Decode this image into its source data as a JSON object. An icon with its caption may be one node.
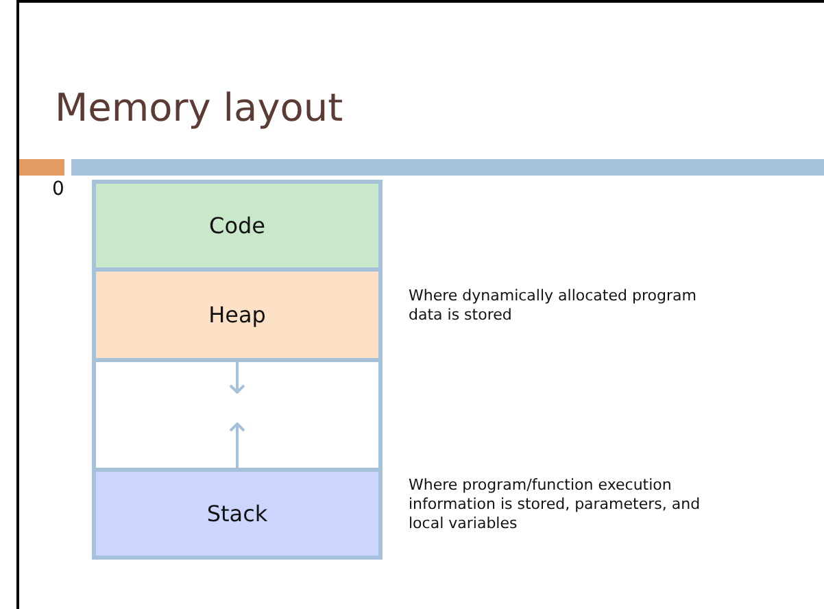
{
  "diagram": {
    "title": "Memory layout",
    "nodes": [
      {
        "text": [
          "Code"
        ]
      },
      {
        "text": [
          "Heap"
        ],
        "beside": [
          "Where dynamically allocated program data is stored"
        ]
      },
      {
        "text": [],
        "shape": "box"
      },
      {
        "text": [
          "Stack"
        ],
        "beside": [
          "Where program/function execution information is stored, parameters, and local variables"
        ]
      }
    ],
    "edges": [],
    "labels": [
      "0"
    ]
  }
}
